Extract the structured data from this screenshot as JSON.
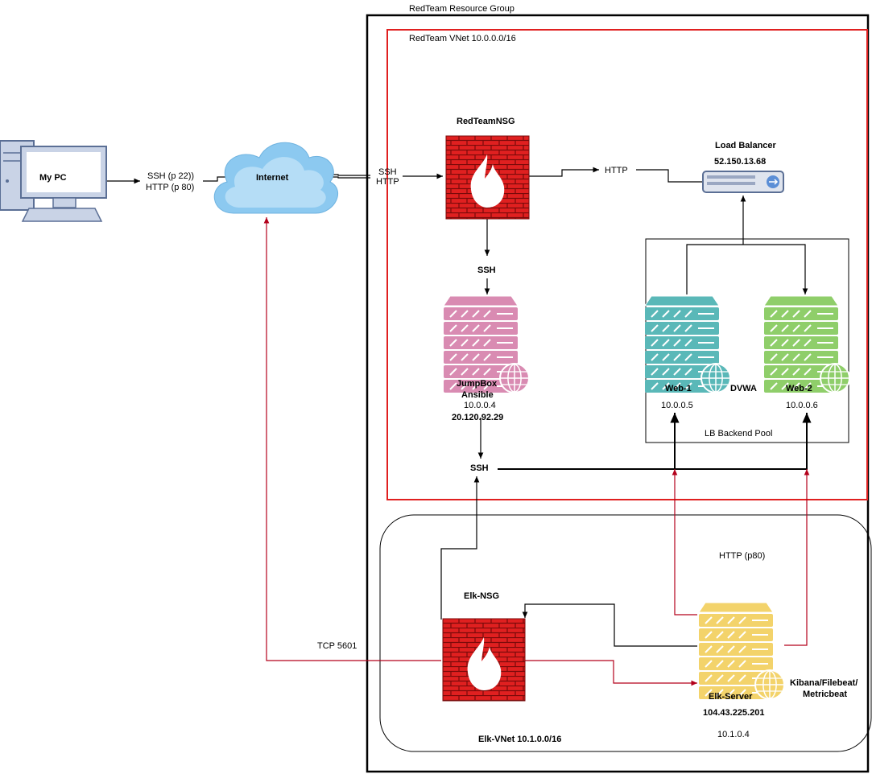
{
  "groups": {
    "resource_group": "RedTeam Resource Group",
    "redteam_vnet": "RedTeam VNet 10.0.0.0/16",
    "lb_pool": "LB Backend Pool",
    "elk_vnet": "Elk-VNet 10.1.0.0/16"
  },
  "nodes": {
    "my_pc": "My PC",
    "internet": "Internet",
    "redteam_nsg": "RedTeamNSG",
    "load_balancer": {
      "name": "Load Balancer",
      "ip": "52.150.13.68"
    },
    "jumpbox": {
      "name": "JumpBox",
      "role": "Ansible",
      "private_ip": "10.0.0.4",
      "public_ip": "20.120.92.29"
    },
    "web1": {
      "name": "Web-1",
      "ip": "10.0.0.5"
    },
    "web2": {
      "name": "Web-2",
      "ip": "10.0.0.6"
    },
    "dvwa": "DVWA",
    "elk_nsg": "Elk-NSG",
    "elk_server": {
      "name": "Elk-Server",
      "public_ip": "104.43.225.201",
      "private_ip": "10.1.0.4"
    },
    "elk_stack": {
      "line1": "Kibana/Filebeat/",
      "line2": "Metricbeat"
    }
  },
  "edge_labels": {
    "pc_ssh": "SSH (p 22))",
    "pc_http": "HTTP (p 80)",
    "nsg_ssh": "SSH",
    "nsg_http": "HTTP",
    "to_lb_http": "HTTP",
    "to_jumpbox_ssh": "SSH",
    "jumpbox_ssh": "SSH",
    "elk_http": "HTTP (p80)",
    "tcp_5601": "TCP 5601"
  },
  "colors": {
    "vnet_border": "#e02020",
    "firewall": "#e02020",
    "jumpbox": "#d98bb2",
    "web1": "#5ab8b8",
    "web2": "#8fce6a",
    "elk": "#f3d36b",
    "cloud": "#8cc9f0",
    "red_line": "#b3001b"
  }
}
